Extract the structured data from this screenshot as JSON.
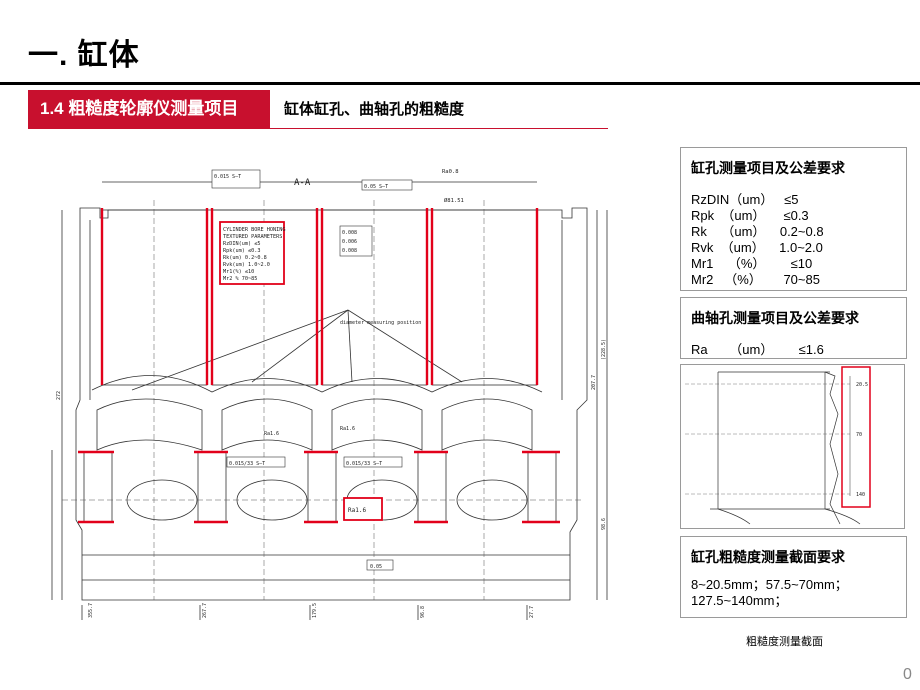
{
  "header": {
    "title": "一. 缸体",
    "section_tag": "1.4  粗糙度轮廓仪测量项目",
    "section_sub": "缸体缸孔、曲轴孔的粗糙度"
  },
  "drawing": {
    "view_label": "A-A",
    "spec_box": [
      "CYLINDER BORE HONING",
      "TEXTURED PARAMETERS",
      "RzDIN(um)   ≤5",
      "Rpk(um)   ≤0.3",
      "Rk(um)   0.2~0.8",
      "Rvk(um)   1.0~2.0",
      "Mr1(%)   ≤10",
      "Mr2 %   70~85"
    ],
    "measure_note": "diameter measuring position",
    "tol_1": "0.015/33 S—T",
    "tol_2": "0.015/33 S—T",
    "tol_3": "0.015 S—T",
    "tol_4": "0.008",
    "tol_5": "0.006",
    "tol_6": "0.008",
    "tol_7": "0.05",
    "tol_8": "0.05 S—T",
    "ra_1": "Ra1.6",
    "ra_2": "Ra1.6",
    "ra_3": "Ra1.6",
    "ra_4": "Ra0.8",
    "dims_bottom": [
      "355.7",
      "267.7",
      "179.5",
      "96.8",
      "27.7"
    ],
    "dims_right": [
      "(228.5)",
      "207.7",
      "98.6"
    ],
    "dims_left": [
      "272"
    ],
    "dim_tag": "Ø81.51"
  },
  "panel_bore": {
    "heading": "缸孔测量项目及公差要求",
    "rows": [
      "RzDIN（um）   ≤5",
      "Rpk  （um）     ≤0.3",
      "Rk    （um）    0.2~0.8",
      "Rvk  （um）    1.0~2.0",
      "Mr1    （%）       ≤10",
      "Mr2   （%）      70~85"
    ]
  },
  "panel_crank": {
    "heading": "曲轴孔测量项目及公差要求",
    "row": "Ra      （um）       ≤1.6"
  },
  "section_drawing": {
    "labels": [
      "20.5",
      "70",
      "140"
    ]
  },
  "panel_section": {
    "heading": "缸孔粗糙度测量截面要求",
    "rows": [
      "8~20.5mm；57.5~70mm；",
      "127.5~140mm；"
    ]
  },
  "caption": "粗糙度测量截面",
  "page_number": "0",
  "colors": {
    "accent": "#c8102e",
    "line": "#333333"
  }
}
